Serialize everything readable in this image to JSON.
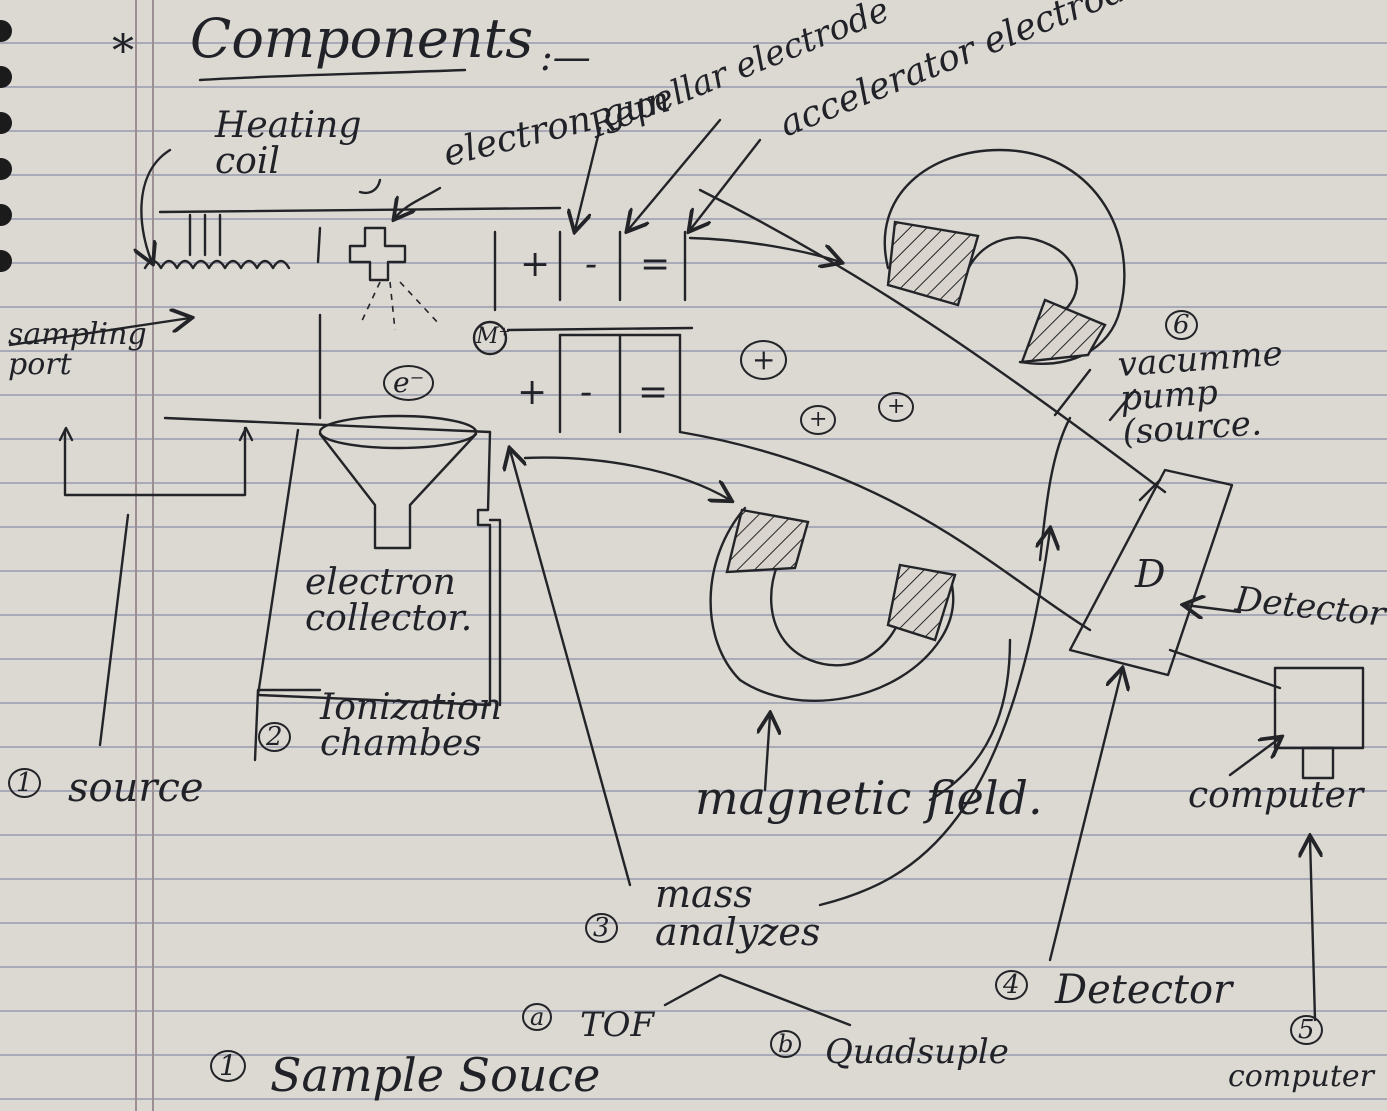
{
  "heading": {
    "star": "*",
    "title": "Components",
    "suffix": ":—"
  },
  "labels": {
    "heating_coil": "Heating coil",
    "electron_gun": "electron gun",
    "repellar_electrode": "Repellar electrode",
    "accelerator_electrode": "accelerator electrode",
    "sampling_port": "sampling port",
    "electron_collector": "electron collector.",
    "ionization_chamber": "Ionization chambes",
    "source": "source",
    "magnetic_field": "magnetic field.",
    "vacuum_pump": "vacumme pump (source.",
    "detector_arrow_label": "Detector",
    "computer_box_label": "computer",
    "mass_analyzer": "mass analyzes",
    "tof": "TOF",
    "quadrupole": "Quadsuple",
    "detector_list_label": "Detector",
    "sample_source": "Sample Souce",
    "computer_list_label": "computer"
  },
  "numbers": {
    "source": "1",
    "ionization": "2",
    "analyzer": "3",
    "detector": "4",
    "computer": "5",
    "vacuum": "6",
    "tof": "a",
    "quad": "b",
    "sample": "1"
  },
  "symbols": {
    "plus": "+",
    "minus": "-",
    "double_minus": "=",
    "electron": "e⁻",
    "molecule_ion": "M⁺",
    "ion_plus": "+",
    "detector_letter": "D"
  }
}
